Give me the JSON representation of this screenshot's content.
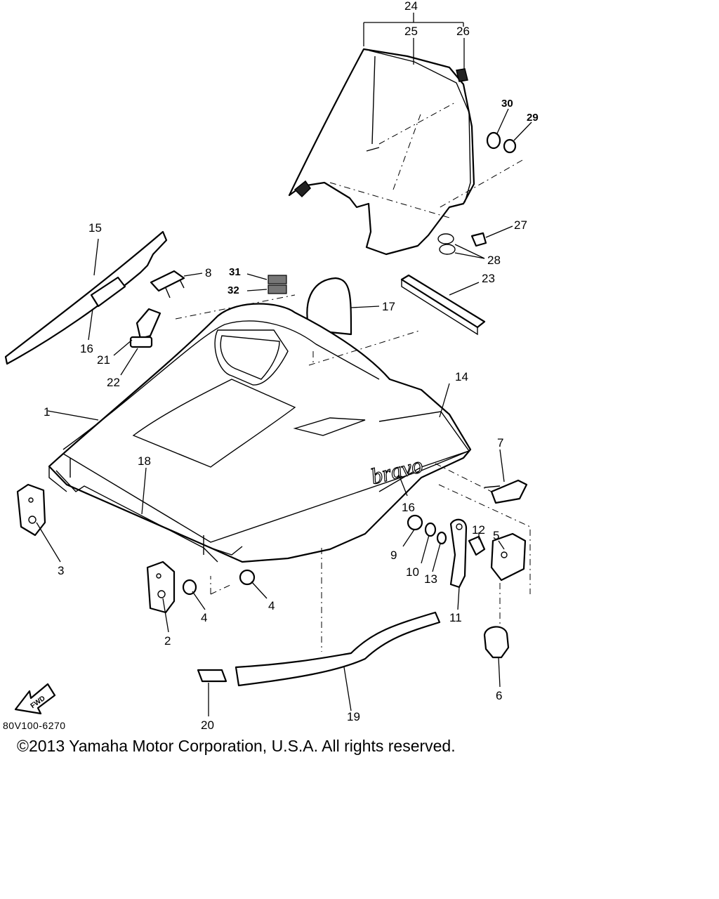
{
  "diagram": {
    "callouts": [
      "1",
      "2",
      "3",
      "4",
      "4",
      "5",
      "6",
      "7",
      "8",
      "9",
      "10",
      "11",
      "12",
      "13",
      "14",
      "15",
      "16",
      "16",
      "17",
      "18",
      "19",
      "20",
      "21",
      "22",
      "23",
      "24",
      "25",
      "26",
      "27",
      "28",
      "29",
      "30",
      "31",
      "32"
    ],
    "logo_text": "bravo",
    "fwd_text": "FWD",
    "figure_code": "80V100-6270"
  },
  "footer": {
    "copyright": "©2013 Yamaha Motor Corporation, U.S.A. All rights reserved."
  }
}
